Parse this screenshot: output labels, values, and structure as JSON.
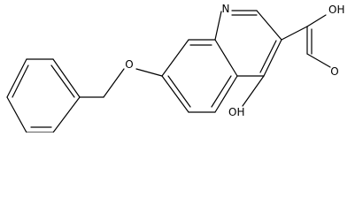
{
  "molecule": {
    "atoms": {
      "nitrogen": "N",
      "acid_hydroxyl": "OH",
      "acid_carbonyl": "O",
      "ring_hydroxyl": "OH",
      "ether_oxygen": "O"
    },
    "colors": {
      "stroke": "#000000",
      "background": "#ffffff"
    }
  }
}
